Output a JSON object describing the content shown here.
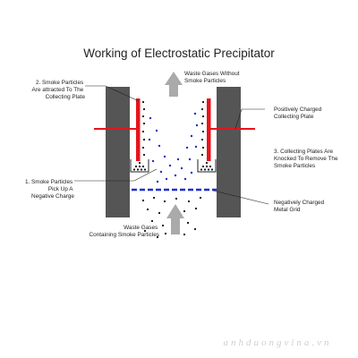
{
  "title": "Working of Electrostatic Precipitator",
  "labels": {
    "top_outlet": [
      "Waste Gases Without",
      "Smoke Particles"
    ],
    "step2": [
      "2. Smoke Particles",
      "Are attracted To The",
      "Collecting Plate"
    ],
    "positive_plate": [
      "Positively Charged",
      "Collecting Plate"
    ],
    "step3": [
      "3. Collecting Plates Are",
      "Knocked To Remove The",
      "Smoke Particles"
    ],
    "step1": [
      "1. Smoke Particles",
      "Pick Up A",
      "Negative Charge"
    ],
    "negative_grid": [
      "Negatively Charged",
      "Metal Grid"
    ],
    "bottom_inlet": [
      "Waste Gases",
      "Containing Smoke Particles"
    ]
  },
  "watermark": "anhduongvina.vn",
  "colors": {
    "wall": "#555555",
    "plate": "#e8131b",
    "grid": "#1f2fc9",
    "particle_blue": "#1f2fc9",
    "particle_black": "#111111",
    "arrow": "#aaaaaa",
    "leader": "#222222"
  },
  "icons": [
    "arrow-up-outlet-icon",
    "arrow-up-inlet-icon"
  ]
}
